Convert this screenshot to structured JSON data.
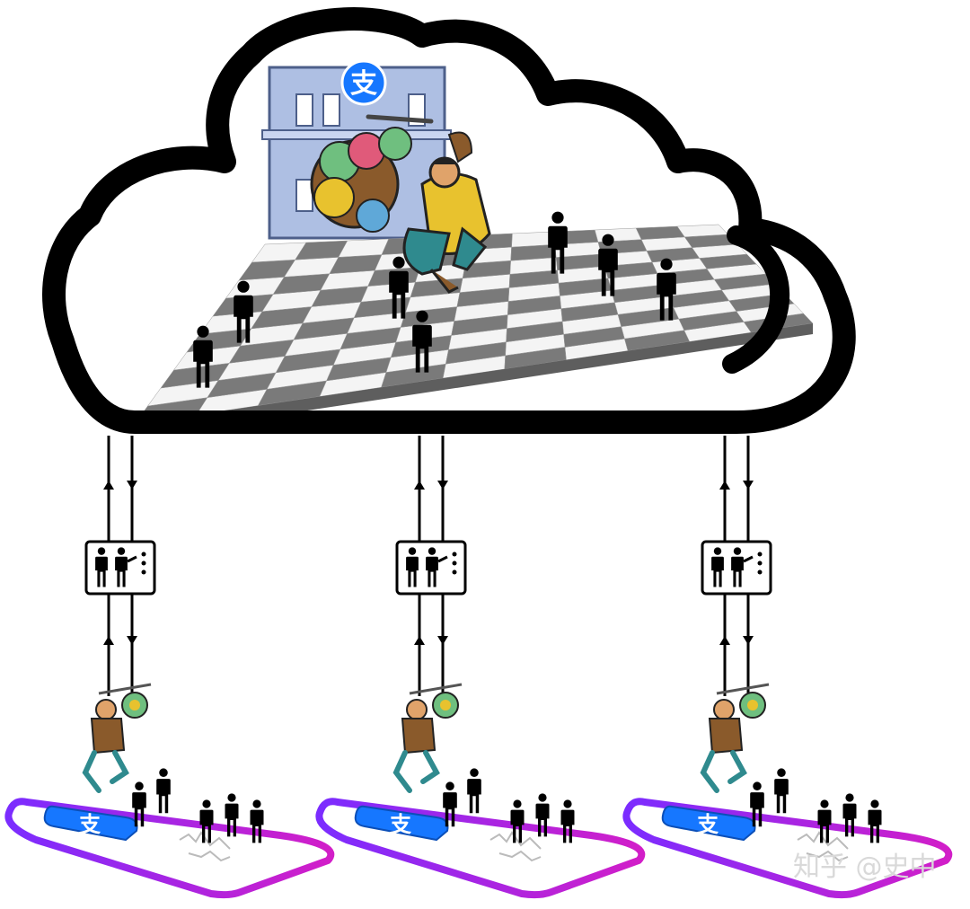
{
  "cloud": {
    "building_logo_char": "支"
  },
  "phones": [
    {
      "logo_char": "支"
    },
    {
      "logo_char": "支"
    },
    {
      "logo_char": "支"
    }
  ],
  "watermark": "知乎 @史中",
  "colors": {
    "outline": "#000000",
    "building": "#aebfe3",
    "logo_blue": "#1677ff",
    "phone_border_a": "#7b2cff",
    "phone_border_b": "#d21ec8",
    "general_yellow": "#e8c22e",
    "general_teal": "#2f8a8e",
    "warrior_skin": "#e0a36a",
    "checker_dark": "#7a7a7a",
    "checker_light": "#f4f4f4"
  }
}
